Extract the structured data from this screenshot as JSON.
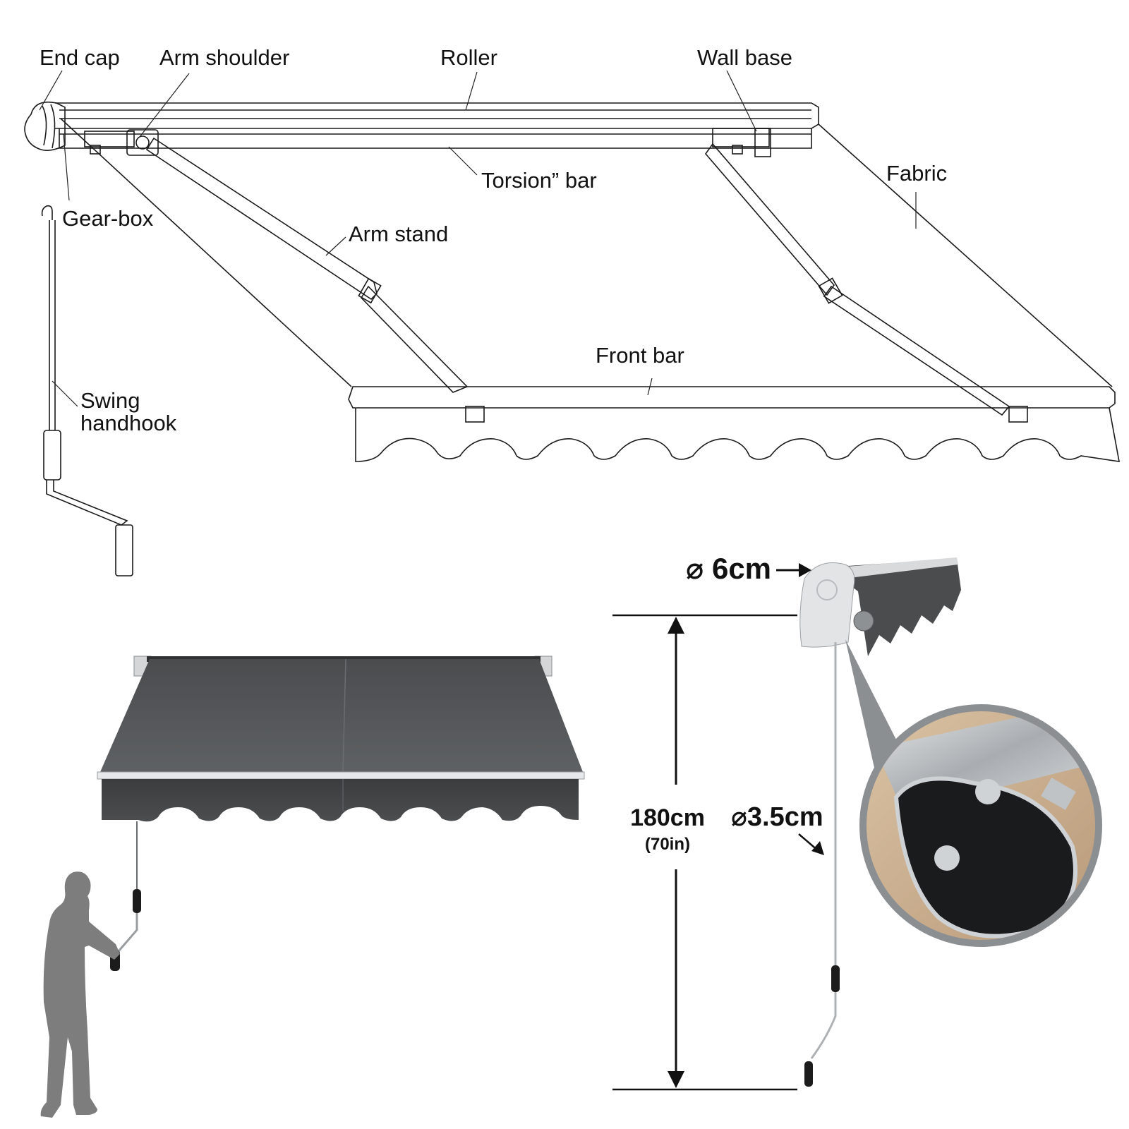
{
  "parts_diagram": {
    "labels": {
      "end_cap": "End  cap",
      "arm_shoulder": "Arm shoulder",
      "roller": "Roller",
      "wall_base": "Wall base",
      "torsion_bar": "Torsion” bar",
      "fabric": "Fabric",
      "gear_box": "Gear-box",
      "arm_stand": "Arm stand",
      "front_bar": "Front  bar",
      "swing_handhook_line1": "Swing",
      "swing_handhook_line2": "handhook"
    }
  },
  "dimensions": {
    "roller_diameter": "⌀ 6cm",
    "height": "180cm",
    "height_imperial": "(70in)",
    "crank_diameter": "⌀3.5cm"
  },
  "colors": {
    "fabric_dark": "#3f4143",
    "fabric_mid": "#56595b",
    "outline": "#1a1a1a",
    "aluminium": "#c9ccce",
    "person": "#7d7d7d"
  }
}
